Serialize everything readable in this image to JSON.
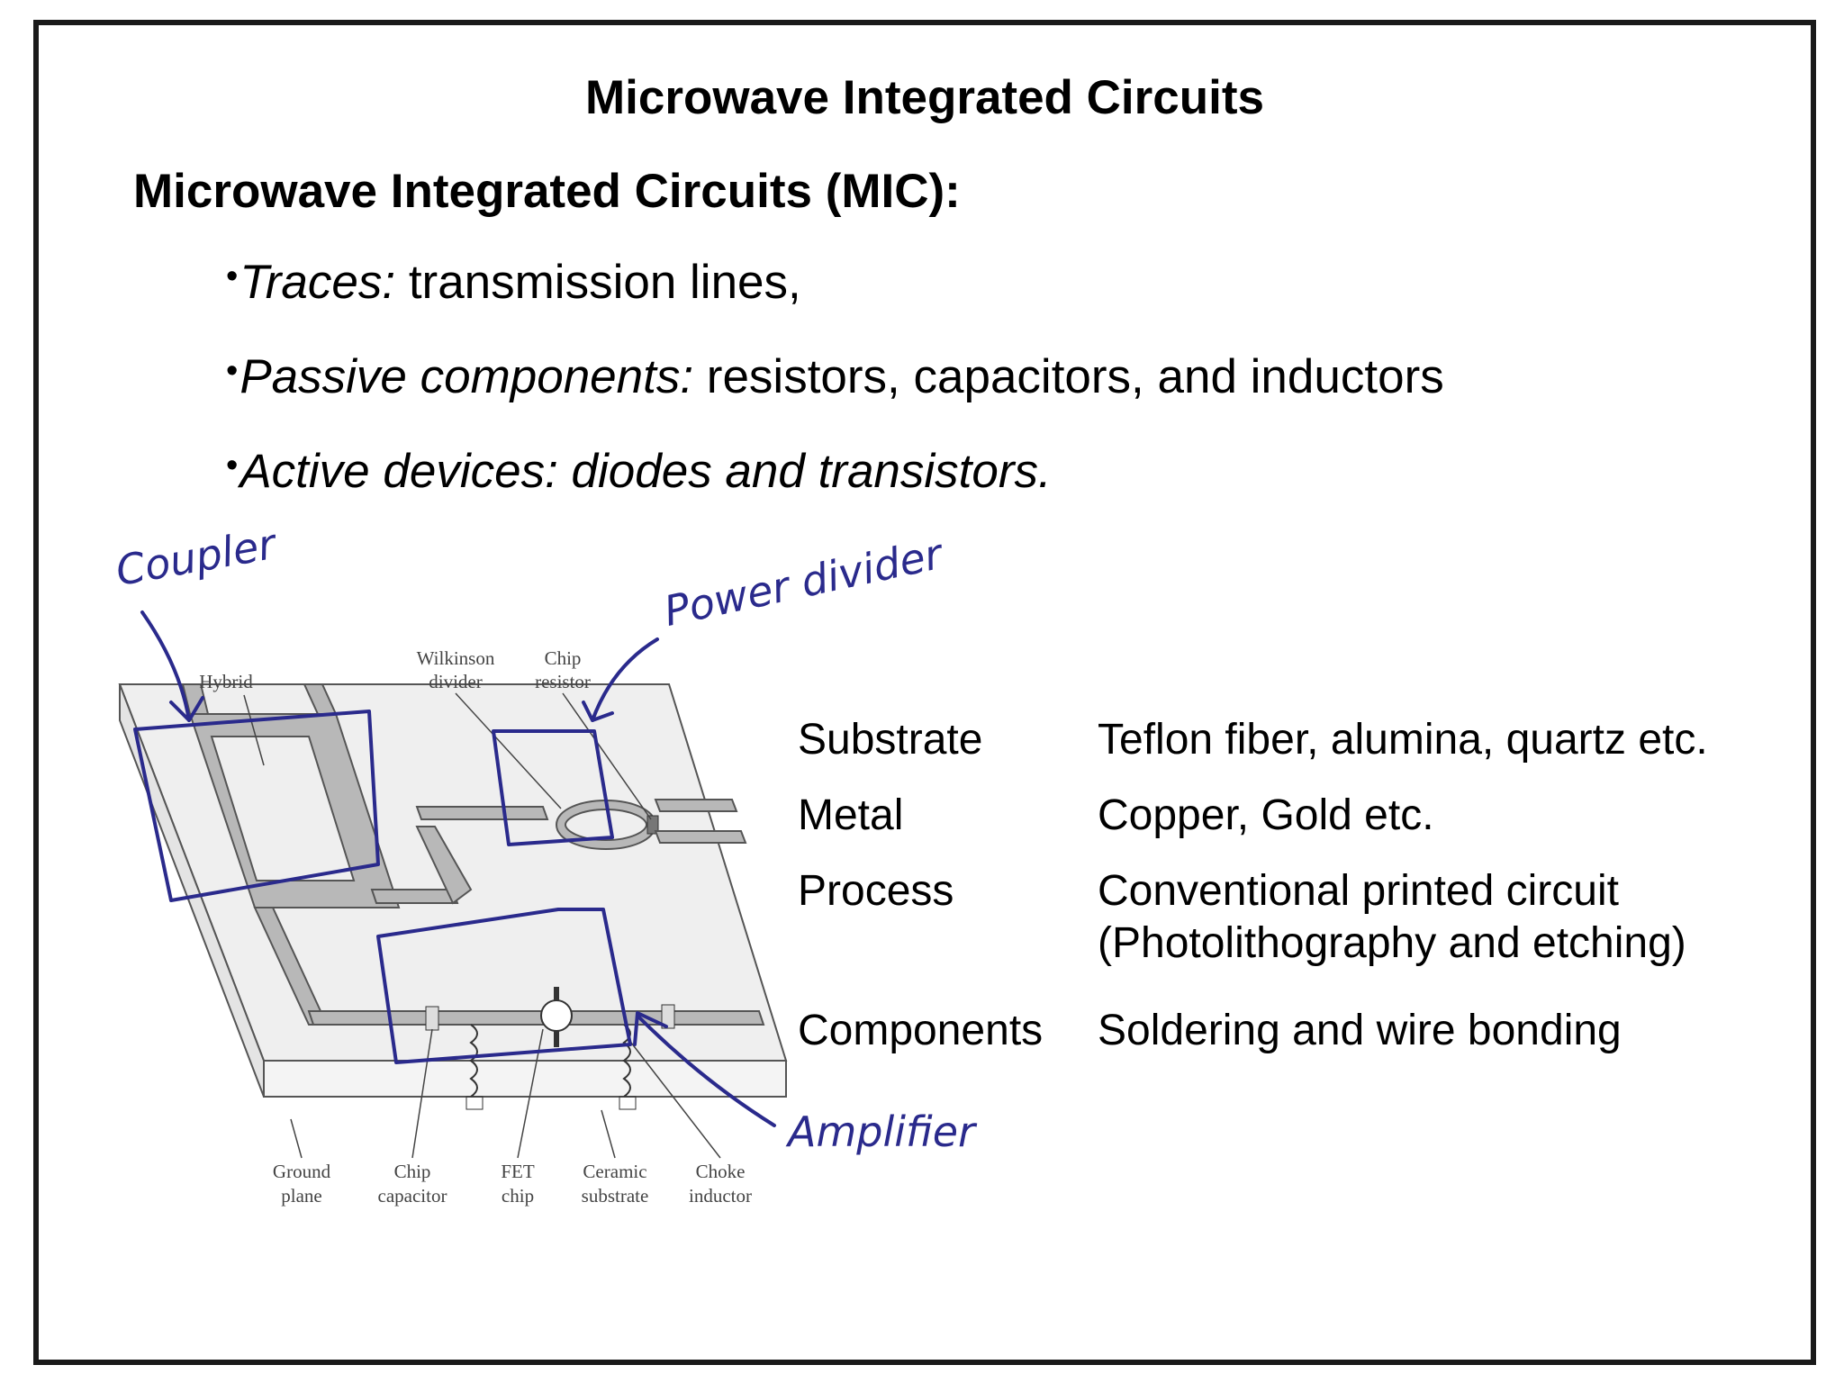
{
  "slide": {
    "title": "Microwave Integrated Circuits",
    "heading": "Microwave Integrated Circuits (MIC):",
    "bullets": [
      {
        "label": "Traces:",
        "text": " transmission lines,",
        "all_italic": false
      },
      {
        "label": "Passive components:",
        "text": " resistors, capacitors, and inductors",
        "all_italic": false
      },
      {
        "label": "Active devices: diodes and transistors.",
        "text": "",
        "all_italic": true
      }
    ],
    "bullet_char": "•"
  },
  "diagram": {
    "labels": {
      "hybrid": "Hybrid",
      "wilkinson_1": "Wilkinson",
      "wilkinson_2": "divider",
      "chip_resistor_1": "Chip",
      "chip_resistor_2": "resistor",
      "ground_1": "Ground",
      "ground_2": "plane",
      "chip_cap_1": "Chip",
      "chip_cap_2": "capacitor",
      "fet_1": "FET",
      "fet_2": "chip",
      "ceramic_1": "Ceramic",
      "ceramic_2": "substrate",
      "choke_1": "Choke",
      "choke_2": "inductor"
    },
    "handwritten": {
      "coupler": "Coupler",
      "power_divider": "Power divider",
      "amplifier": "Amplifier"
    },
    "ink_color": "#2a2a8c"
  },
  "properties": [
    {
      "key": "Substrate",
      "value": "Teflon fiber, alumina, quartz etc."
    },
    {
      "key": "Metal",
      "value": "Copper, Gold etc."
    },
    {
      "key": "Process",
      "value": "Conventional printed circuit",
      "value2": "(Photolithography and etching)"
    },
    {
      "key": "Components",
      "value": "Soldering and wire bonding"
    }
  ]
}
